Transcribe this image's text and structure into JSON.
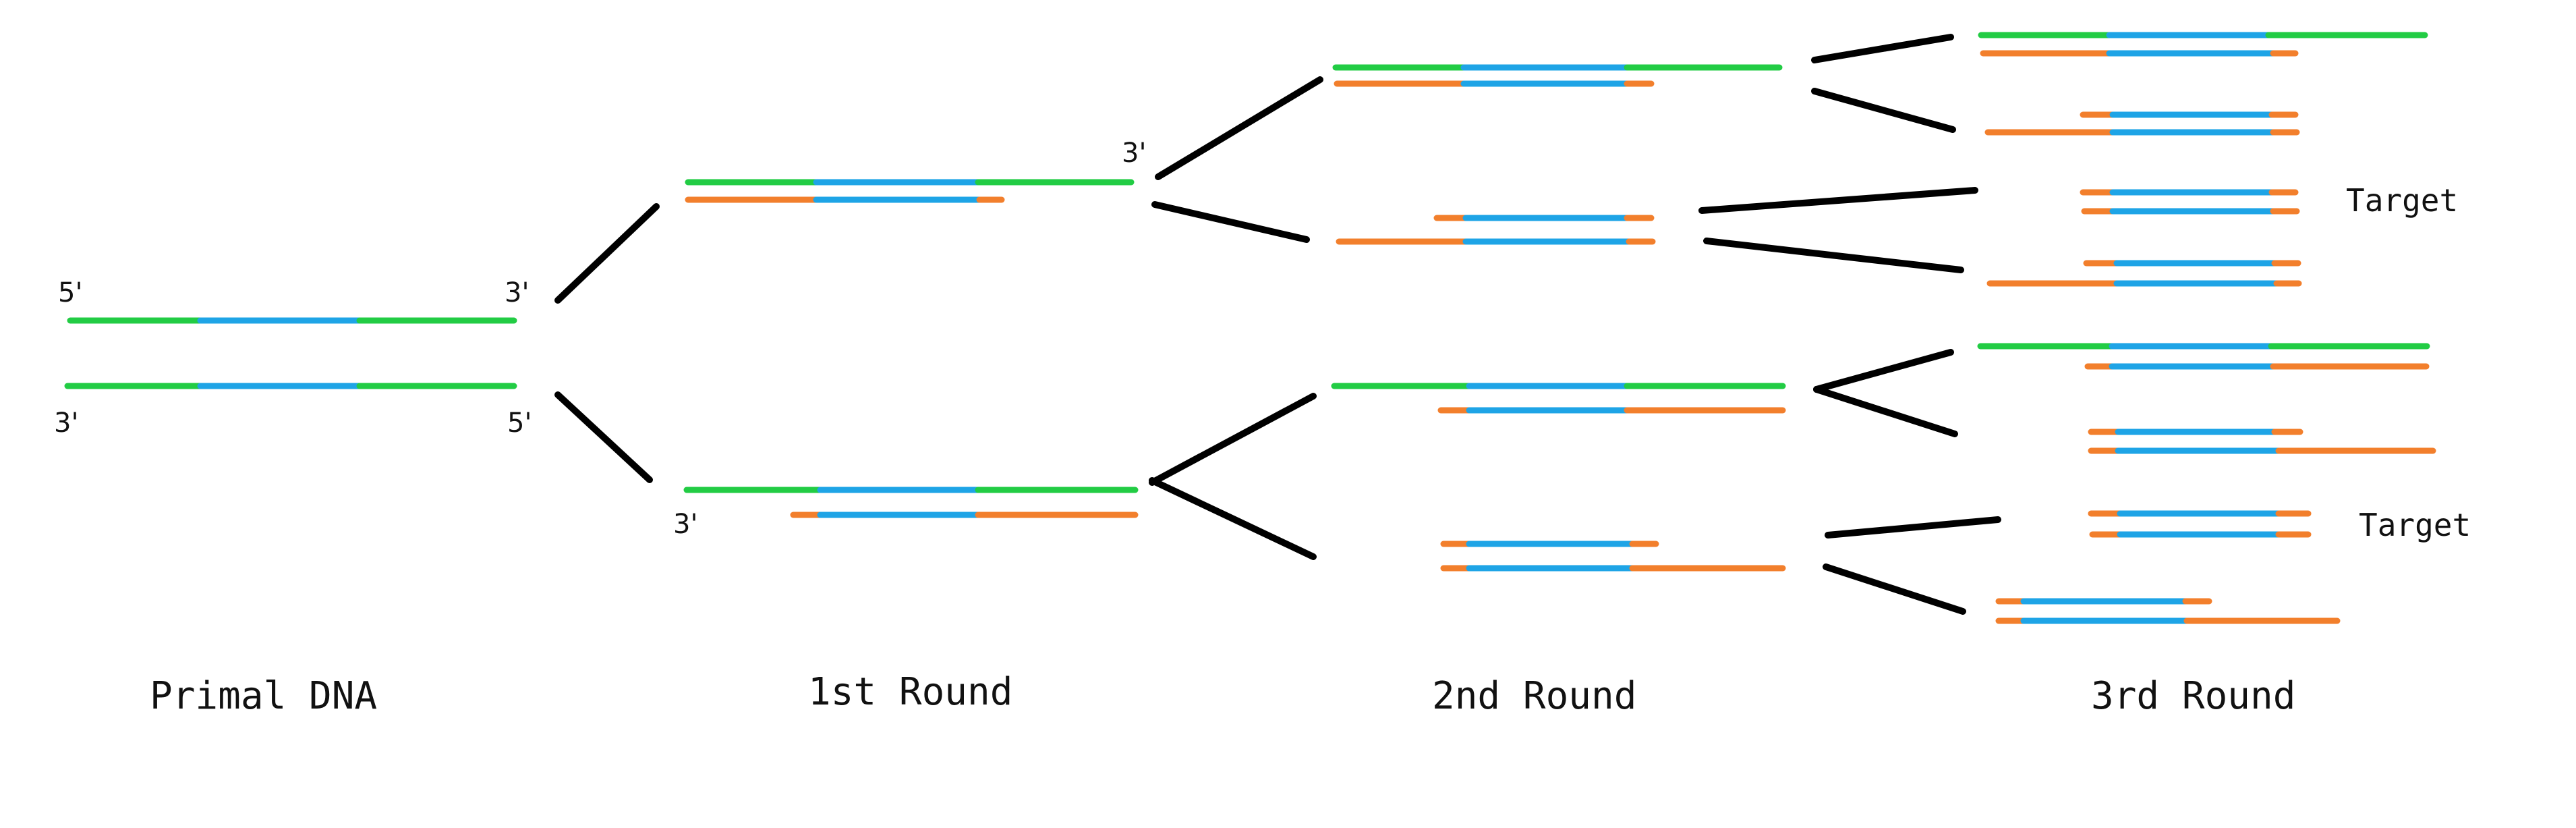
{
  "colors": {
    "template_strand": "#22cc44",
    "target_region": "#1ea4e6",
    "primer_extension": "#f27f2c",
    "connector": "#000000"
  },
  "stages": [
    "Primal DNA",
    "1st Round",
    "2nd Round",
    "3rd Round"
  ],
  "end_labels": {
    "primal_top_left": "5'",
    "primal_top_right": "3'",
    "primal_bottom_left": "3'",
    "primal_bottom_right": "5'",
    "round1_top_right": "3'",
    "round1_bottom_left": "3'"
  },
  "target_labels": [
    "Target",
    "Target"
  ]
}
